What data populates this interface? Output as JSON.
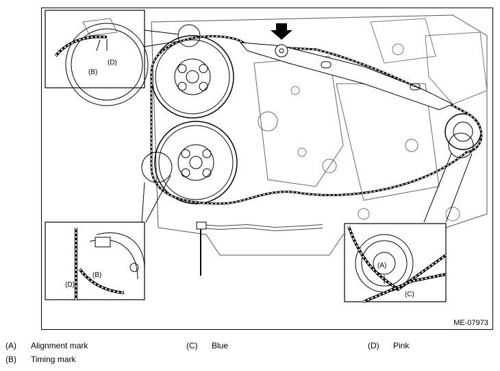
{
  "figure": {
    "id": "ME-07973",
    "callouts": {
      "A": "(A)",
      "B": "(B)",
      "C": "(C)",
      "D": "(D)"
    }
  },
  "legend": [
    {
      "code": "(A)",
      "text": "Alignment mark"
    },
    {
      "code": "(B)",
      "text": "Timing mark"
    },
    {
      "code": "(C)",
      "text": "Blue"
    },
    {
      "code": "(D)",
      "text": "Pink"
    }
  ]
}
